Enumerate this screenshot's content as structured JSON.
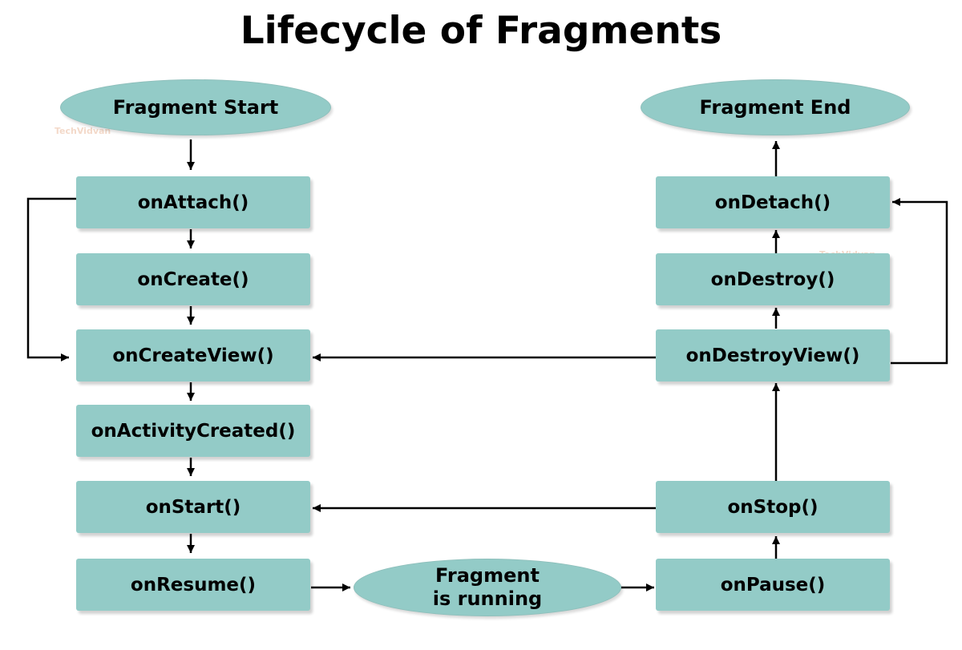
{
  "title": "Lifecycle of Fragments",
  "colors": {
    "node_fill": "#93cbc7",
    "arrow": "#000000",
    "watermark": "#f0cdb8"
  },
  "watermark": "TechVidvan",
  "start": {
    "label": "Fragment Start"
  },
  "end": {
    "label": "Fragment End"
  },
  "running": {
    "line1": "Fragment",
    "line2": "is running"
  },
  "left_column": [
    "onAttach()",
    "onCreate()",
    "onCreateView()",
    "onActivityCreated()",
    "onStart()",
    "onResume()"
  ],
  "right_column": [
    "onDetach()",
    "onDestroy()",
    "onDestroyView()",
    "onStop()",
    "onPause()"
  ]
}
